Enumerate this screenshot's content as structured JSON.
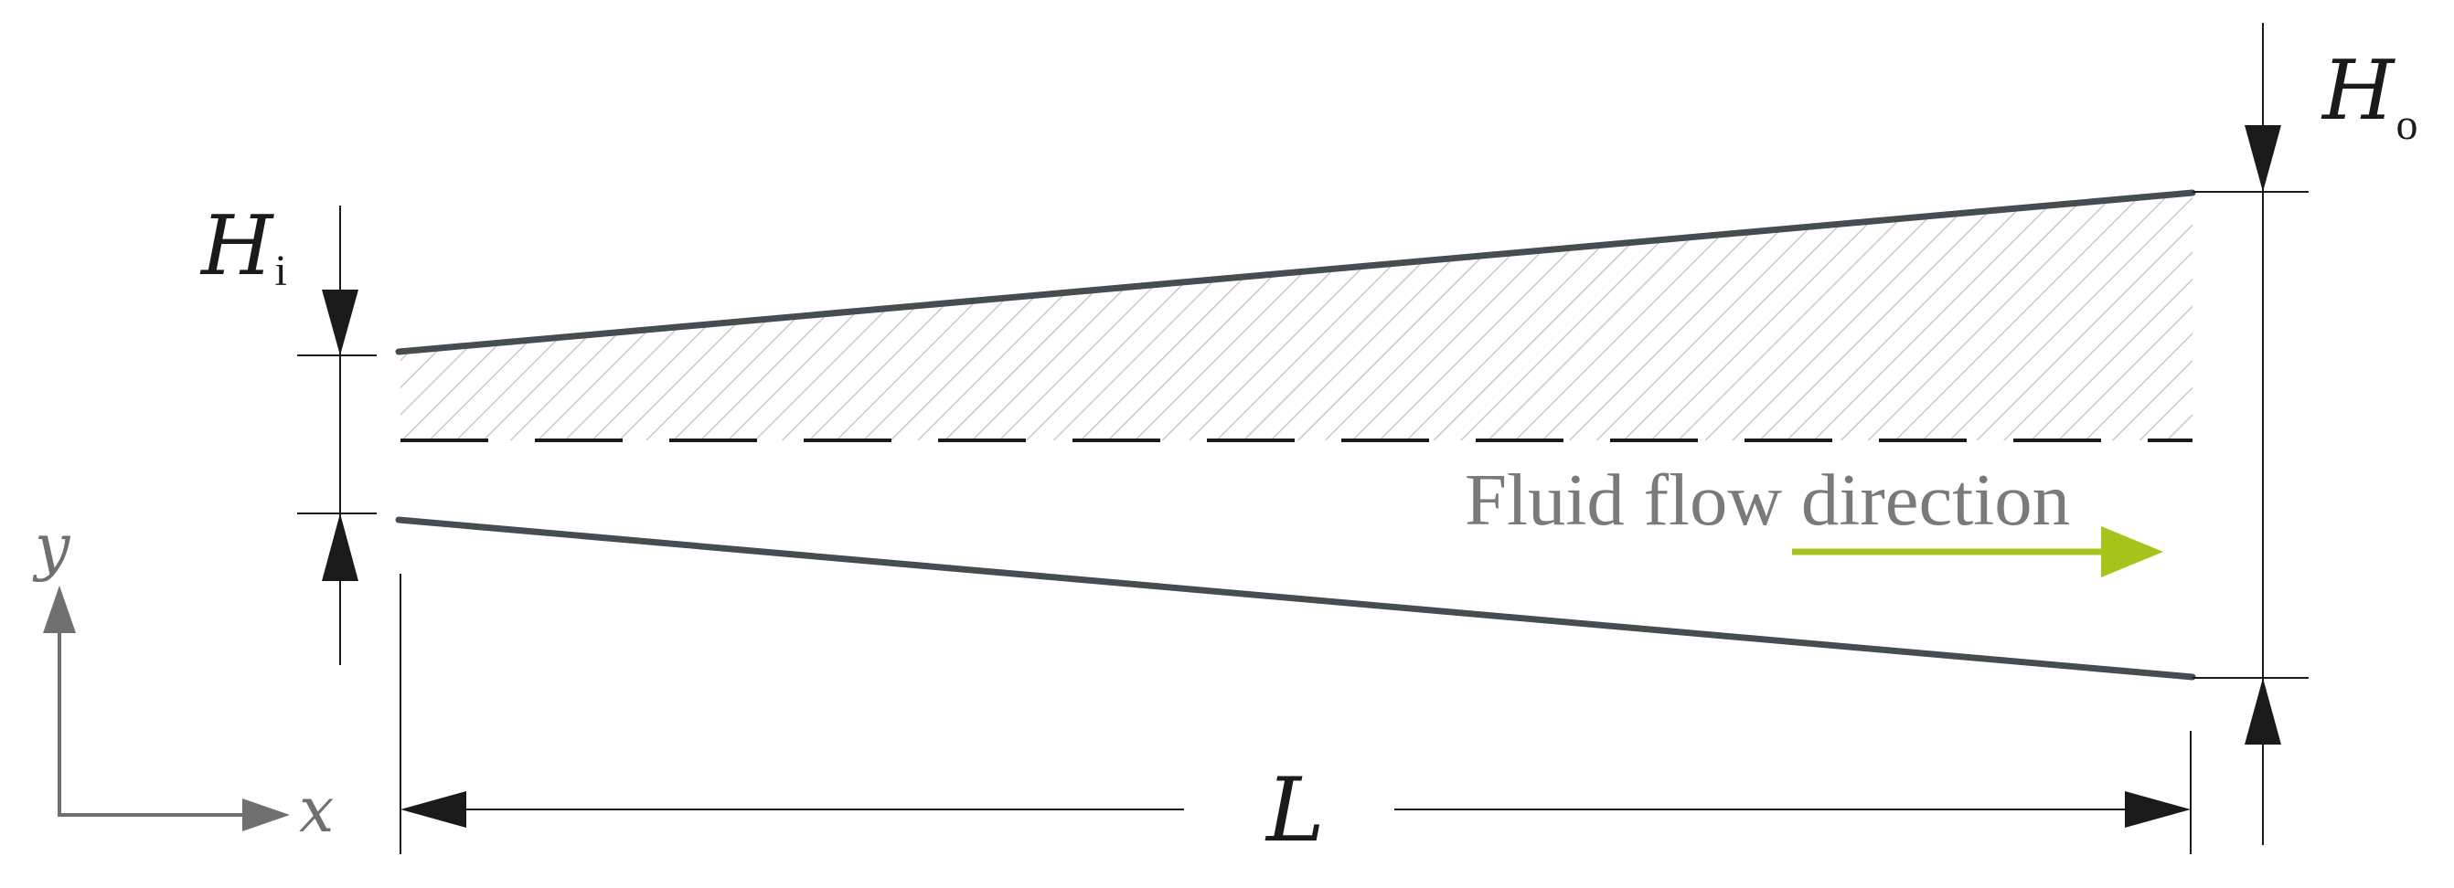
{
  "labels": {
    "inlet_height": "H",
    "inlet_height_subscript": "i",
    "outlet_height": "H",
    "outlet_height_subscript": "o",
    "length": "L",
    "flow_direction": "Fluid flow direction",
    "axis_x": "x",
    "axis_y": "y"
  },
  "colors": {
    "channel_wall": "#454d51",
    "hatch": "#c9c9c9",
    "symmetry_line": "#1a1a1a",
    "dimension_line": "#1a1a1a",
    "flow_arrow": "#a6c51c",
    "flow_text": "#7a7a7a",
    "axis": "#707070",
    "symbol_text": "#1a1a1a"
  }
}
